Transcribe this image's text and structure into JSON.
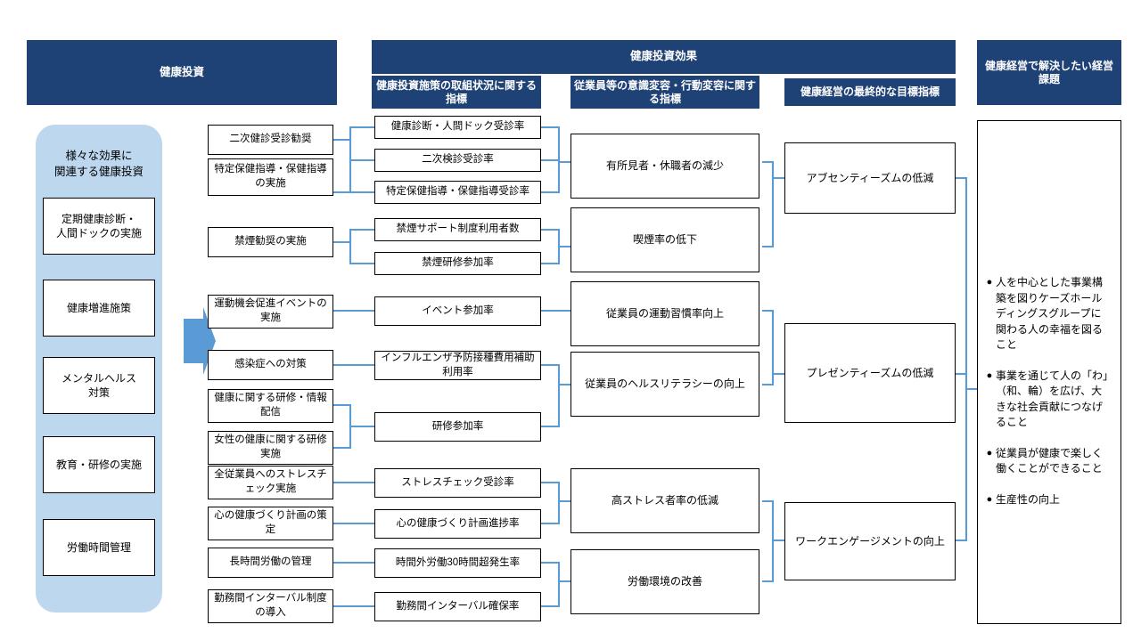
{
  "banners": {
    "investment": "健康投資",
    "effect": "健康投資効果",
    "col_measures": "健康投資施策の取組状況に関する指標",
    "col_behavior": "従業員等の意識変容・行動変容に関する指標",
    "col_final": "健康経営の最終的な目標指標",
    "col_issues": "健康経営で解決したい経営課題"
  },
  "investment_panel": {
    "title": "様々な効果に\n関連する健康投資",
    "title_line1": "様々な効果に",
    "title_line2": "関連する健康投資",
    "items": [
      {
        "label": "定期健康診断・\n人間ドックの実施",
        "l1": "定期健康診断・",
        "l2": "人間ドックの実施"
      },
      {
        "label": "健康増進施策",
        "l1": "健康増進施策",
        "l2": ""
      },
      {
        "label": "メンタルヘルス\n対策",
        "l1": "メンタルヘルス",
        "l2": "対策"
      },
      {
        "label": "教育・研修の実施",
        "l1": "教育・研修の実施",
        "l2": ""
      },
      {
        "label": "労働時間管理",
        "l1": "労働時間管理",
        "l2": ""
      }
    ]
  },
  "measures": [
    {
      "id": "m1",
      "label": "二次健診受診勧奨"
    },
    {
      "id": "m2",
      "label": "特定保健指導・保健指導の実施"
    },
    {
      "id": "m3",
      "label": "禁煙勧奨の実施"
    },
    {
      "id": "m4",
      "label": "運動機会促進イベントの実施"
    },
    {
      "id": "m5",
      "label": "感染症への対策"
    },
    {
      "id": "m6",
      "label": "健康に関する研修・情報配信"
    },
    {
      "id": "m7",
      "label": "女性の健康に関する研修実施"
    },
    {
      "id": "m8",
      "label": "全従業員へのストレスチェック実施"
    },
    {
      "id": "m9",
      "label": "心の健康づくり計画の策定"
    },
    {
      "id": "m10",
      "label": "長時間労働の管理"
    },
    {
      "id": "m11",
      "label": "勤務間インターバル制度の導入"
    }
  ],
  "indicators": [
    {
      "id": "i1",
      "label": "健康診断・人間ドック受診率"
    },
    {
      "id": "i2",
      "label": "二次検診受診率"
    },
    {
      "id": "i3",
      "label": "特定保健指導・保健指導受診率"
    },
    {
      "id": "i4",
      "label": "禁煙サポート制度利用者数"
    },
    {
      "id": "i5",
      "label": "禁煙研修参加率"
    },
    {
      "id": "i6",
      "label": "イベント参加率"
    },
    {
      "id": "i7",
      "label": "インフルエンザ予防接種費用補助利用率"
    },
    {
      "id": "i8",
      "label": "研修参加率"
    },
    {
      "id": "i9",
      "label": "ストレスチェック受診率"
    },
    {
      "id": "i10",
      "label": "心の健康づくり計画進捗率"
    },
    {
      "id": "i11",
      "label": "時間外労働30時間超発生率"
    },
    {
      "id": "i12",
      "label": "勤務間インターバル確保率"
    }
  ],
  "behaviors": [
    {
      "id": "b1",
      "label": "有所見者・休職者の減少"
    },
    {
      "id": "b2",
      "label": "喫煙率の低下"
    },
    {
      "id": "b3",
      "label": "従業員の運動習慣率向上"
    },
    {
      "id": "b4",
      "label": "従業員のヘルスリテラシーの向上"
    },
    {
      "id": "b5",
      "label": "高ストレス者率の低減"
    },
    {
      "id": "b6",
      "label": "労働環境の改善"
    }
  ],
  "goals": [
    {
      "id": "g1",
      "label": "アブセンティーズムの低減"
    },
    {
      "id": "g2",
      "label": "プレゼンティーズムの低減"
    },
    {
      "id": "g3",
      "label": "ワークエンゲージメントの向上"
    }
  ],
  "issues": {
    "bullet": "●",
    "items": [
      "人を中心とした事業構築を図りケーズホールディングスグループに関わる人の幸福を図ること",
      "事業を通じて人の「わ」（和、輪）を広げ、大きな社会貢献につなげること",
      "従業員が健康で楽しく働くことができること",
      "生産性の向上"
    ]
  },
  "colors": {
    "banner_navy": "#1F4276",
    "panel_light_blue": "#BDD7EE",
    "connector_blue": "#5B9BD5",
    "box_border": "#000000",
    "background": "#FFFFFF"
  },
  "icons": {
    "flow_arrow": "right-arrow-icon"
  }
}
